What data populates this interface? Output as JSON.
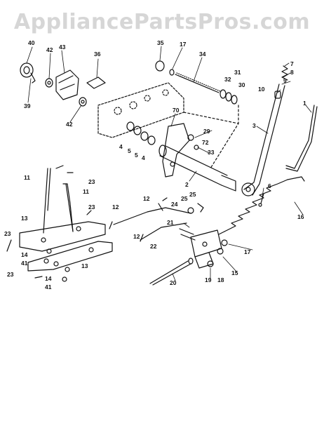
{
  "watermark": "AppliancePartsPros.com",
  "callouts": [
    "1",
    "2",
    "3",
    "4",
    "5",
    "6",
    "7",
    "8",
    "9",
    "10",
    "11",
    "12",
    "13",
    "14",
    "15",
    "16",
    "17",
    "18",
    "19",
    "20",
    "21",
    "22",
    "23",
    "24",
    "25",
    "29",
    "30",
    "31",
    "32",
    "33",
    "34",
    "35",
    "36",
    "39",
    "40",
    "41",
    "42",
    "43",
    "70",
    "72"
  ],
  "colors": {
    "ink": "#111111",
    "watermark": "#d6d6d6",
    "background": "#ffffff"
  }
}
